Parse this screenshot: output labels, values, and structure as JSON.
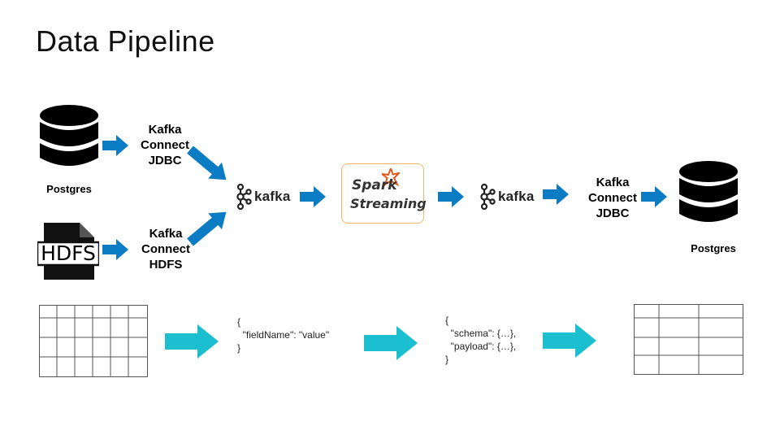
{
  "title": "Data Pipeline",
  "sources": [
    {
      "icon": "database-icon",
      "caption": "Postgres",
      "connector": [
        "Kafka",
        "Connect",
        "JDBC"
      ]
    },
    {
      "icon": "hdfs-file-icon",
      "caption": "",
      "badge": "HDFS",
      "connector": [
        "Kafka",
        "Connect",
        "HDFS"
      ]
    }
  ],
  "kafka_1": {
    "icon": "kafka-icon",
    "label": "kafka"
  },
  "spark": {
    "icon": "spark-icon",
    "line1": "Spark",
    "line2": "Streaming"
  },
  "kafka_2": {
    "icon": "kafka-icon",
    "label": "kafka"
  },
  "sink": {
    "connector": [
      "Kafka",
      "Connect",
      "JDBC"
    ],
    "icon": "database-icon",
    "caption": "Postgres"
  },
  "data_formats": {
    "json_1": [
      "{",
      "  \"fieldName\": \"value\"",
      "}"
    ],
    "json_2": [
      "{",
      "  \"schema\": {…},",
      "  \"payload\": {…},",
      "}"
    ]
  },
  "colors": {
    "arrow_blue": "#0a7cc4",
    "arrow_cyan": "#1bbfd0",
    "spark_border": "#f5b570",
    "spark_star": "#e25a1c"
  }
}
